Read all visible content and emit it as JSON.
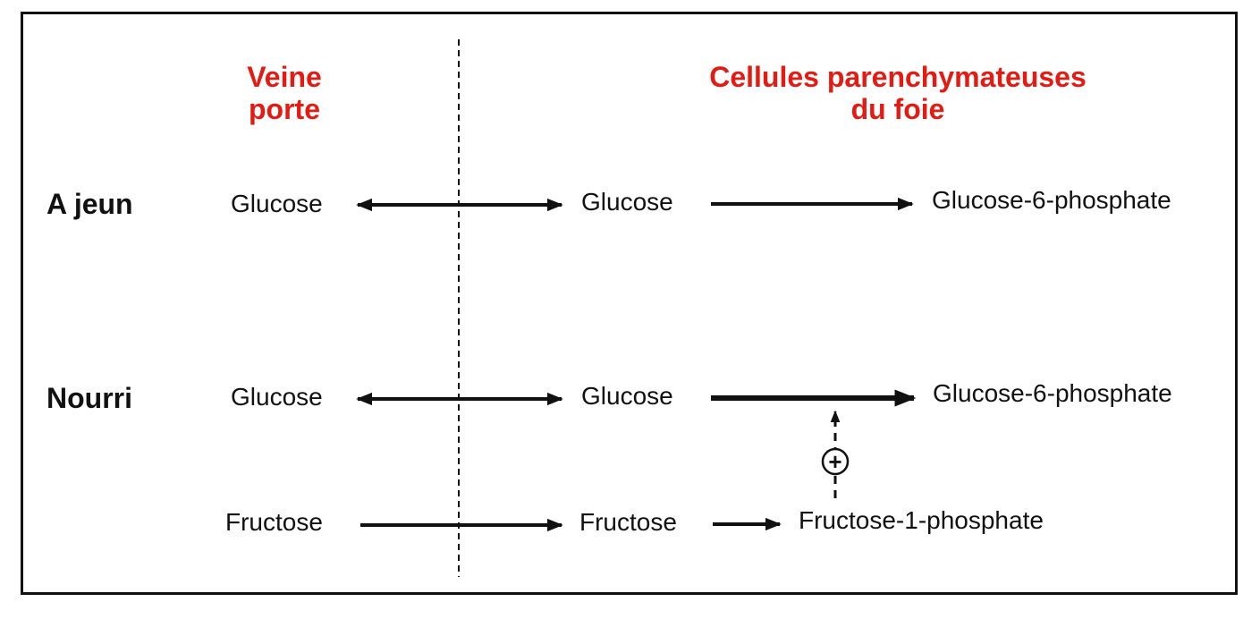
{
  "colors": {
    "header": "#e41b13",
    "ink": "#111111",
    "background": "#ffffff"
  },
  "headers": {
    "left": "Veine porte",
    "left_line1": "Veine",
    "left_line2": "porte",
    "right_line1": "Cellules parenchymateuses",
    "right_line2": "du foie"
  },
  "rows": {
    "fasting": {
      "label": "A jeun",
      "portal": "Glucose",
      "cell": "Glucose",
      "product": "Glucose-6-phosphate"
    },
    "fed": {
      "label": "Nourri",
      "portal": "Glucose",
      "cell": "Glucose",
      "product": "Glucose-6-phosphate"
    },
    "fructose": {
      "portal": "Fructose",
      "cell": "Fructose",
      "product": "Fructose-1-phosphate"
    }
  },
  "activation_symbol": "+"
}
